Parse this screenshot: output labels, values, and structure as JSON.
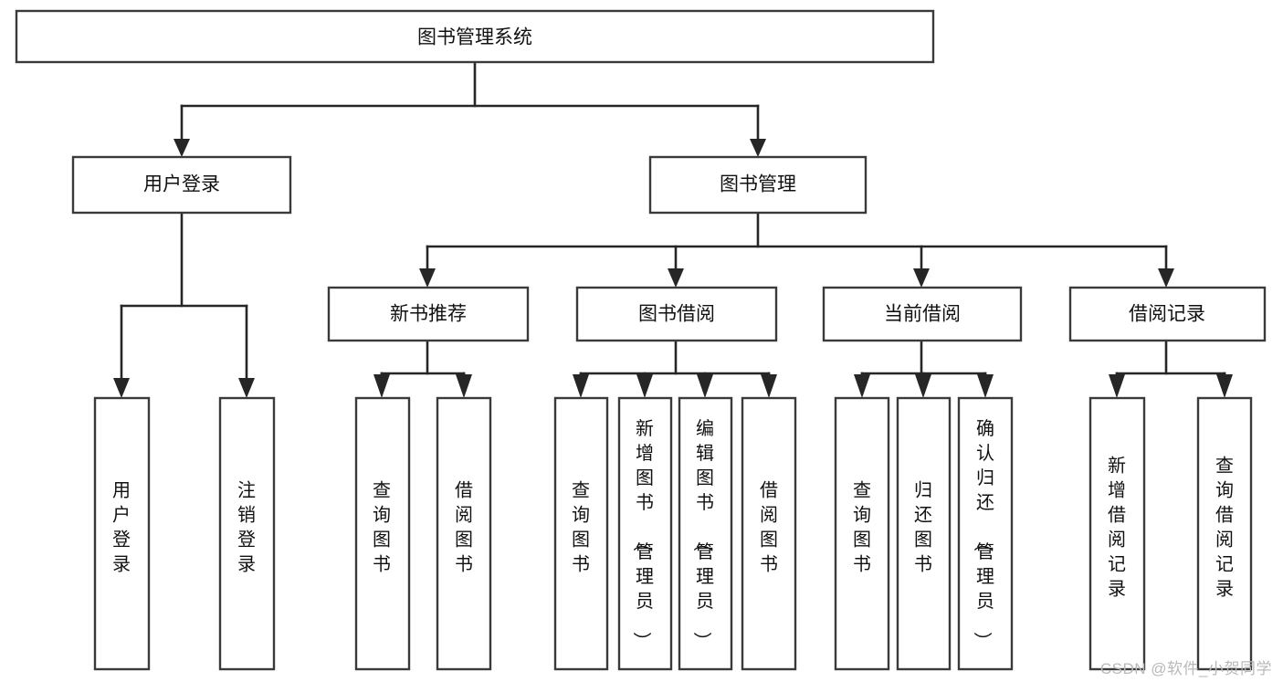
{
  "diagram": {
    "type": "tree-hierarchy",
    "title": "图书管理系统",
    "watermark": "CSDN @软件_小贺同学",
    "colors": {
      "background": "#ffffff",
      "box_stroke": "#3a3a3a",
      "connector": "#262626",
      "text": "#111111",
      "watermark": "#b9b9b9"
    },
    "root": {
      "id": "root",
      "label": "图书管理系统",
      "orientation": "horizontal"
    },
    "level2": [
      {
        "id": "user-login",
        "label": "用户登录",
        "orientation": "horizontal"
      },
      {
        "id": "book-management",
        "label": "图书管理",
        "orientation": "horizontal"
      }
    ],
    "level3": [
      {
        "id": "new-book-recommend",
        "label": "新书推荐",
        "orientation": "horizontal",
        "parent": "book-management"
      },
      {
        "id": "book-borrow",
        "label": "图书借阅",
        "orientation": "horizontal",
        "parent": "book-management"
      },
      {
        "id": "current-borrow",
        "label": "当前借阅",
        "orientation": "horizontal",
        "parent": "book-management"
      },
      {
        "id": "borrow-record",
        "label": "借阅记录",
        "orientation": "horizontal",
        "parent": "book-management"
      }
    ],
    "leaves": [
      {
        "id": "leaf-user-login",
        "label": "用户登录",
        "orientation": "vertical",
        "parent": "user-login"
      },
      {
        "id": "leaf-logout-login",
        "label": "注销登录",
        "orientation": "vertical",
        "parent": "user-login"
      },
      {
        "id": "leaf-query-book-1",
        "label": "查询图书",
        "orientation": "vertical",
        "parent": "new-book-recommend"
      },
      {
        "id": "leaf-borrow-book-1",
        "label": "借阅图书",
        "orientation": "vertical",
        "parent": "new-book-recommend"
      },
      {
        "id": "leaf-query-book-2",
        "label": "查询图书",
        "orientation": "vertical",
        "parent": "book-borrow"
      },
      {
        "id": "leaf-add-book-admin",
        "label": "新增图书（管理员）",
        "orientation": "vertical",
        "parent": "book-borrow"
      },
      {
        "id": "leaf-edit-book-admin",
        "label": "编辑图书（管理员）",
        "orientation": "vertical",
        "parent": "book-borrow"
      },
      {
        "id": "leaf-borrow-book-2",
        "label": "借阅图书",
        "orientation": "vertical",
        "parent": "book-borrow"
      },
      {
        "id": "leaf-query-book-3",
        "label": "查询图书",
        "orientation": "vertical",
        "parent": "current-borrow"
      },
      {
        "id": "leaf-return-book",
        "label": "归还图书",
        "orientation": "vertical",
        "parent": "current-borrow"
      },
      {
        "id": "leaf-confirm-return-admin",
        "label": "确认归还（管理员）",
        "orientation": "vertical",
        "parent": "current-borrow"
      },
      {
        "id": "leaf-add-borrow-record",
        "label": "新增借阅记录",
        "orientation": "vertical",
        "parent": "borrow-record"
      },
      {
        "id": "leaf-query-borrow-record",
        "label": "查询借阅记录",
        "orientation": "vertical",
        "parent": "borrow-record"
      }
    ]
  }
}
